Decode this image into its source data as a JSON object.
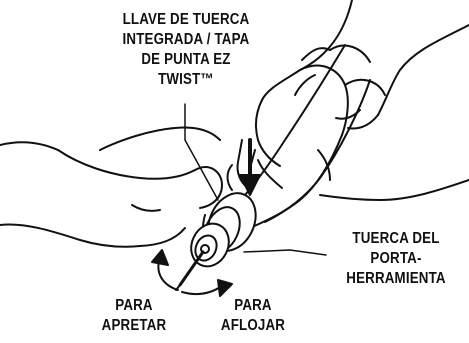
{
  "labels": {
    "ez_twist": [
      "LLAVE DE TUERCA",
      "INTEGRADA / TAPA",
      "DE PUNTA EZ",
      "TWIST™"
    ],
    "collet_nut": [
      "TUERCA DEL",
      "PORTA-",
      "HERRAMIENTA"
    ],
    "tighten": [
      "PARA",
      "APRETAR"
    ],
    "loosen": [
      "PARA",
      "AFLOJAR"
    ]
  },
  "colors": {
    "ink": "#111111",
    "fill": "#ffffff"
  }
}
